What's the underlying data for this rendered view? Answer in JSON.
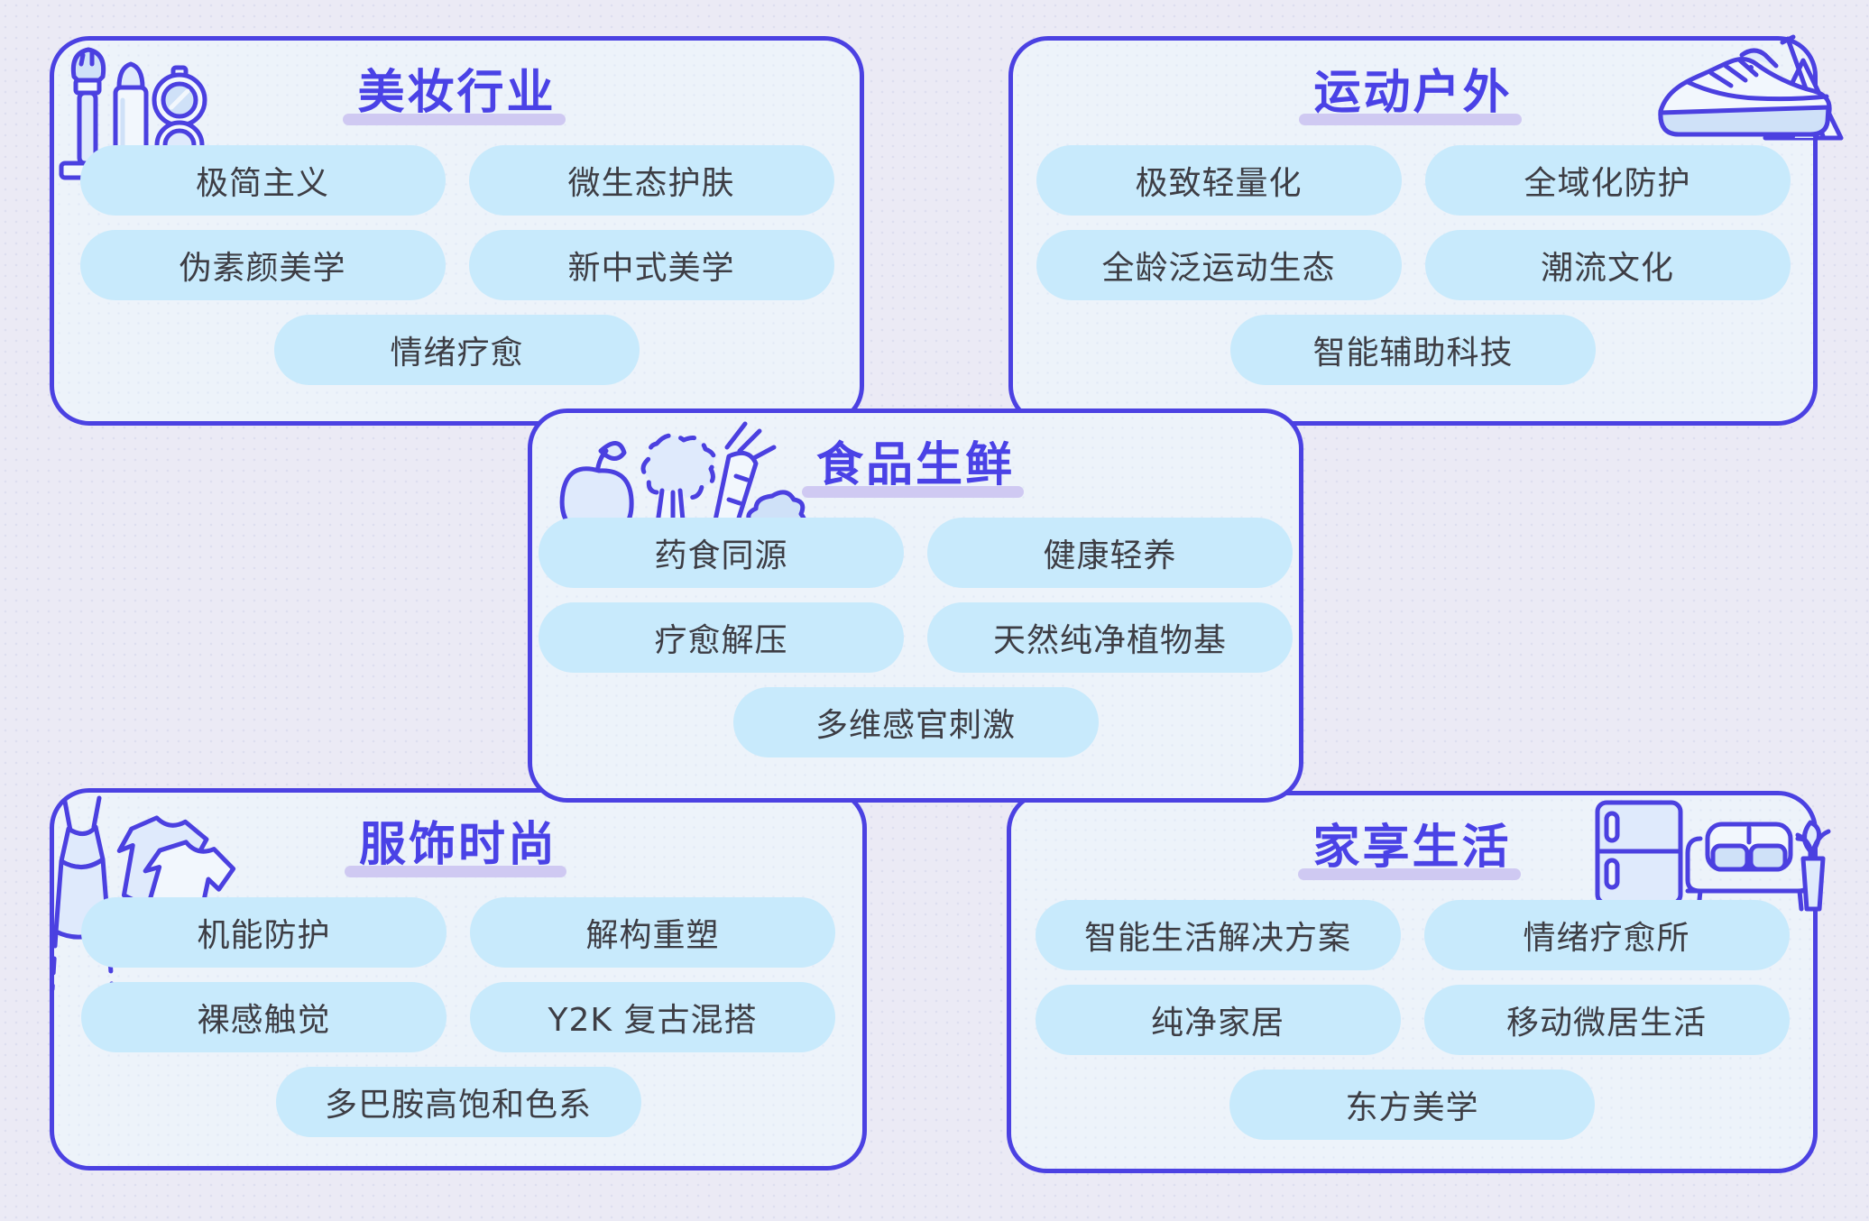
{
  "colors": {
    "page_background": "#ebeaf5",
    "card_background": "#edf3fa",
    "card_border": "#4b41e2",
    "title_text": "#4a42e6",
    "title_underline": "#cfc9f2",
    "pill_background": "#c8eafc",
    "pill_text": "#3d3d44"
  },
  "cards": [
    {
      "id": "beauty",
      "title": "美妆行业",
      "icon": "makeup-icon",
      "rows": [
        [
          "极简主义",
          "微生态护肤"
        ],
        [
          "伪素颜美学",
          "新中式美学"
        ],
        [
          "情绪疗愈"
        ]
      ]
    },
    {
      "id": "sports-outdoor",
      "title": "运动户外",
      "icon": "sneaker-tent-icon",
      "rows": [
        [
          "极致轻量化",
          "全域化防护"
        ],
        [
          "全龄泛运动生态",
          "潮流文化"
        ],
        [
          "智能辅助科技"
        ]
      ]
    },
    {
      "id": "food-fresh",
      "title": "食品生鲜",
      "icon": "vegetables-icon",
      "rows": [
        [
          "药食同源",
          "健康轻养"
        ],
        [
          "疗愈解压",
          "天然纯净植物基"
        ],
        [
          "多维感官刺激"
        ]
      ]
    },
    {
      "id": "fashion",
      "title": "服饰时尚",
      "icon": "clothes-icon",
      "rows": [
        [
          "机能防护",
          "解构重塑"
        ],
        [
          "裸感触觉",
          "Y2K 复古混搭"
        ],
        [
          "多巴胺高饱和色系"
        ]
      ]
    },
    {
      "id": "home-living",
      "title": "家享生活",
      "icon": "fridge-sofa-icon",
      "rows": [
        [
          "智能生活解决方案",
          "情绪疗愈所"
        ],
        [
          "纯净家居",
          "移动微居生活"
        ],
        [
          "东方美学"
        ]
      ]
    }
  ]
}
